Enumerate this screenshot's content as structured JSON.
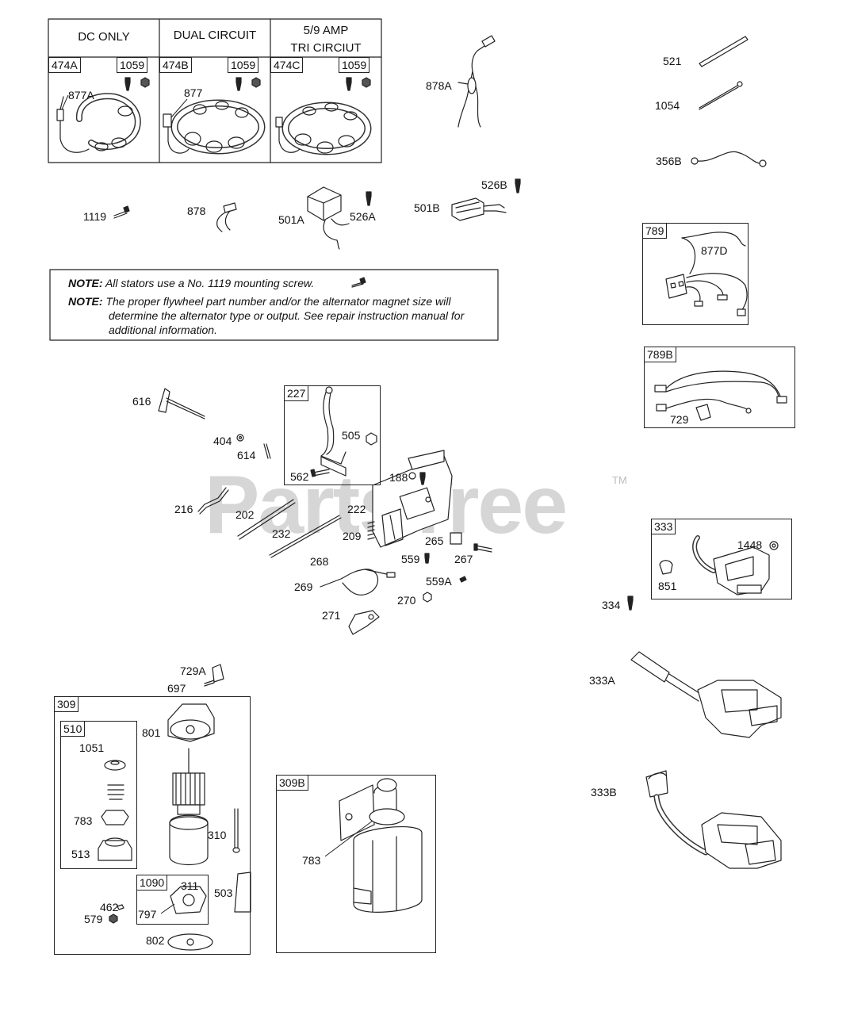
{
  "stator_table": {
    "columns": [
      {
        "header": "DC ONLY",
        "assembly": "474A",
        "screw_kit": "1059",
        "connector": "877A"
      },
      {
        "header": "DUAL CIRCUIT",
        "assembly": "474B",
        "screw_kit": "1059",
        "connector": "877"
      },
      {
        "header_line1": "5/9 AMP",
        "header_line2": "TRI CIRCIUT",
        "assembly": "474C",
        "screw_kit": "1059"
      }
    ]
  },
  "parts": {
    "p878A": "878A",
    "p521": "521",
    "p1054": "1054",
    "p356B": "356B",
    "p1119": "1119",
    "p878": "878",
    "p501A": "501A",
    "p526A": "526A",
    "p526B": "526B",
    "p501B": "501B",
    "p616": "616",
    "p404": "404",
    "p614": "614",
    "p216": "216",
    "p202": "202",
    "p232": "232",
    "p268": "268",
    "p269": "269",
    "p271": "271",
    "p505": "505",
    "p562": "562",
    "p188": "188",
    "p222": "222",
    "p209": "209",
    "p265": "265",
    "p559": "559",
    "p267": "267",
    "p559A": "559A",
    "p270": "270",
    "p877D": "877D",
    "p729": "729",
    "p1448": "1448",
    "p851": "851",
    "p334": "334",
    "p333A": "333A",
    "p333B": "333B",
    "p729A": "729A",
    "p697": "697",
    "p1051": "1051",
    "p783a": "783",
    "p513": "513",
    "p801": "801",
    "p310": "310",
    "p311": "311",
    "p797": "797",
    "p462": "462",
    "p579": "579",
    "p503": "503",
    "p802": "802",
    "p783b": "783"
  },
  "kits": {
    "k227": "227",
    "k789": "789",
    "k789B": "789B",
    "k333": "333",
    "k309": "309",
    "k510": "510",
    "k1090": "1090",
    "k309B": "309B"
  },
  "notes": {
    "label": "NOTE:",
    "note1": "All stators use a No. 1119 mounting screw.",
    "note2_line1": "The proper flywheel part number and/or the alternator magnet size will",
    "note2_line2": "determine the alternator type or output. See repair instruction manual for",
    "note2_line3": "additional information."
  },
  "watermark": {
    "text": "PartsTree",
    "tm": "TM"
  },
  "colors": {
    "line": "#222222",
    "watermark": "#c9c9c9",
    "background": "#ffffff"
  }
}
